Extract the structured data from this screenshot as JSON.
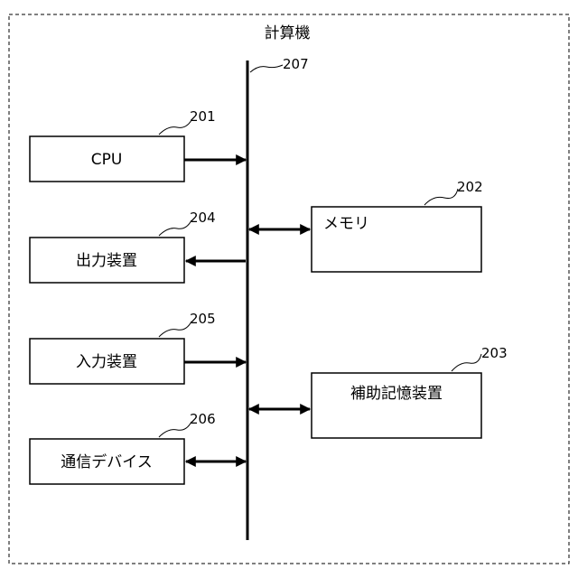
{
  "diagram": {
    "title": "計算機",
    "bus": {
      "ref": "207"
    },
    "components": [
      {
        "id": "cpu",
        "label": "CPU",
        "ref": "201",
        "link": "to-bus"
      },
      {
        "id": "memory",
        "label": "メモリ",
        "ref": "202",
        "link": "both"
      },
      {
        "id": "aux-storage",
        "label": "補助記憶装置",
        "ref": "203",
        "link": "both"
      },
      {
        "id": "output-device",
        "label": "出力装置",
        "ref": "204",
        "link": "from-bus"
      },
      {
        "id": "input-device",
        "label": "入力装置",
        "ref": "205",
        "link": "to-bus"
      },
      {
        "id": "comm-device",
        "label": "通信デバイス",
        "ref": "206",
        "link": "both"
      }
    ]
  }
}
